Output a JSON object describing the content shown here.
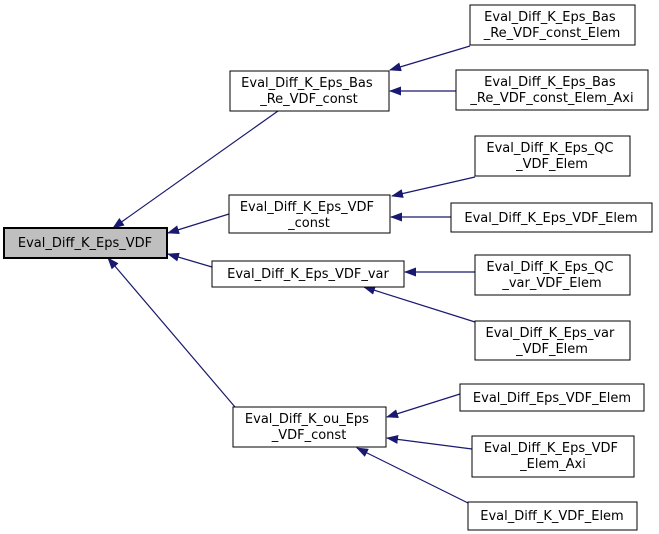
{
  "diagram": {
    "kind": "inheritance-graph",
    "colors": {
      "background": "#ffffff",
      "edge": "#191970",
      "node_border": "#000000",
      "node_fill": "#ffffff",
      "selected_node_fill": "#bfbfbf",
      "text": "#000000"
    },
    "nodes": {
      "main": {
        "label": "Eval_Diff_K_Eps_VDF",
        "selected": true,
        "lines": [
          "Eval_Diff_K_Eps_VDF"
        ]
      },
      "bas_re_vdf_const": {
        "label": "Eval_Diff_K_Eps_Bas_Re_VDF_const",
        "lines": [
          "Eval_Diff_K_Eps_Bas",
          "_Re_VDF_const"
        ]
      },
      "vdf_const": {
        "label": "Eval_Diff_K_Eps_VDF_const",
        "lines": [
          "Eval_Diff_K_Eps_VDF",
          "_const"
        ]
      },
      "vdf_var": {
        "label": "Eval_Diff_K_Eps_VDF_var",
        "lines": [
          "Eval_Diff_K_Eps_VDF_var"
        ]
      },
      "k_ou_eps_vdf_const": {
        "label": "Eval_Diff_K_ou_Eps_VDF_const",
        "lines": [
          "Eval_Diff_K_ou_Eps",
          "_VDF_const"
        ]
      },
      "bas_re_vdf_const_elem": {
        "label": "Eval_Diff_K_Eps_Bas_Re_VDF_const_Elem",
        "lines": [
          "Eval_Diff_K_Eps_Bas",
          "_Re_VDF_const_Elem"
        ]
      },
      "bas_re_vdf_const_elem_axi": {
        "label": "Eval_Diff_K_Eps_Bas_Re_VDF_const_Elem_Axi",
        "lines": [
          "Eval_Diff_K_Eps_Bas",
          "_Re_VDF_const_Elem_Axi"
        ]
      },
      "qc_vdf_elem": {
        "label": "Eval_Diff_K_Eps_QC_VDF_Elem",
        "lines": [
          "Eval_Diff_K_Eps_QC",
          "_VDF_Elem"
        ]
      },
      "vdf_elem": {
        "label": "Eval_Diff_K_Eps_VDF_Elem",
        "lines": [
          "Eval_Diff_K_Eps_VDF_Elem"
        ]
      },
      "qc_var_vdf_elem": {
        "label": "Eval_Diff_K_Eps_QC_var_VDF_Elem",
        "lines": [
          "Eval_Diff_K_Eps_QC",
          "_var_VDF_Elem"
        ]
      },
      "var_vdf_elem": {
        "label": "Eval_Diff_K_Eps_var_VDF_Elem",
        "lines": [
          "Eval_Diff_K_Eps_var",
          "_VDF_Elem"
        ]
      },
      "eps_vdf_elem": {
        "label": "Eval_Diff_Eps_VDF_Elem",
        "lines": [
          "Eval_Diff_Eps_VDF_Elem"
        ]
      },
      "vdf_elem_axi": {
        "label": "Eval_Diff_K_Eps_VDF_Elem_Axi",
        "lines": [
          "Eval_Diff_K_Eps_VDF",
          "_Elem_Axi"
        ]
      },
      "k_vdf_elem": {
        "label": "Eval_Diff_K_VDF_Elem",
        "lines": [
          "Eval_Diff_K_VDF_Elem"
        ]
      }
    },
    "edges": [
      {
        "from": "Eval_Diff_K_Eps_Bas_Re_VDF_const",
        "to": "Eval_Diff_K_Eps_VDF"
      },
      {
        "from": "Eval_Diff_K_Eps_VDF_const",
        "to": "Eval_Diff_K_Eps_VDF"
      },
      {
        "from": "Eval_Diff_K_Eps_VDF_var",
        "to": "Eval_Diff_K_Eps_VDF"
      },
      {
        "from": "Eval_Diff_K_ou_Eps_VDF_const",
        "to": "Eval_Diff_K_Eps_VDF"
      },
      {
        "from": "Eval_Diff_K_Eps_Bas_Re_VDF_const_Elem",
        "to": "Eval_Diff_K_Eps_Bas_Re_VDF_const"
      },
      {
        "from": "Eval_Diff_K_Eps_Bas_Re_VDF_const_Elem_Axi",
        "to": "Eval_Diff_K_Eps_Bas_Re_VDF_const"
      },
      {
        "from": "Eval_Diff_K_Eps_QC_VDF_Elem",
        "to": "Eval_Diff_K_Eps_VDF_const"
      },
      {
        "from": "Eval_Diff_K_Eps_VDF_Elem",
        "to": "Eval_Diff_K_Eps_VDF_const"
      },
      {
        "from": "Eval_Diff_K_Eps_QC_var_VDF_Elem",
        "to": "Eval_Diff_K_Eps_VDF_var"
      },
      {
        "from": "Eval_Diff_K_Eps_var_VDF_Elem",
        "to": "Eval_Diff_K_Eps_VDF_var"
      },
      {
        "from": "Eval_Diff_Eps_VDF_Elem",
        "to": "Eval_Diff_K_ou_Eps_VDF_const"
      },
      {
        "from": "Eval_Diff_K_Eps_VDF_Elem_Axi",
        "to": "Eval_Diff_K_ou_Eps_VDF_const"
      },
      {
        "from": "Eval_Diff_K_VDF_Elem",
        "to": "Eval_Diff_K_ou_Eps_VDF_const"
      }
    ]
  }
}
